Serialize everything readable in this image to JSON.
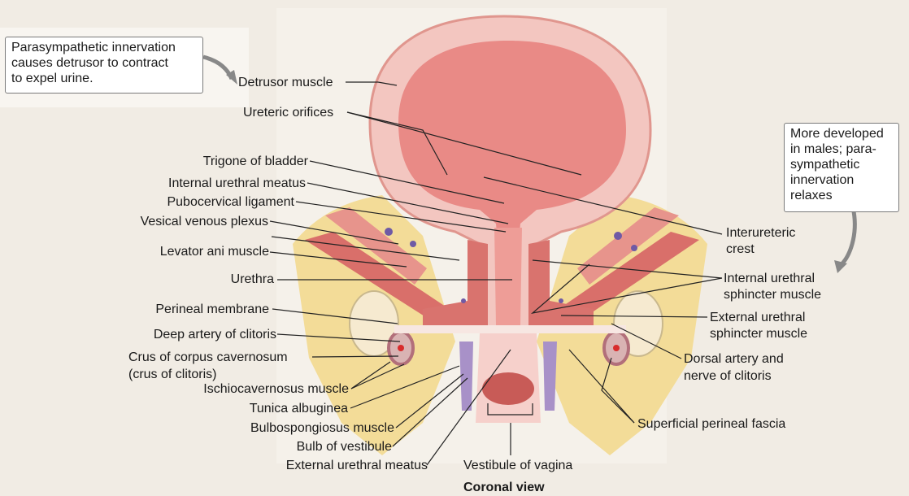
{
  "callouts": {
    "parasympathetic": [
      "Parasympathetic innervation",
      "causes detrusor to contract",
      "to expel urine."
    ],
    "males": [
      "More developed",
      "in males; para-",
      "sympathetic",
      "innervation",
      "relaxes"
    ]
  },
  "labels_left": {
    "detrusor": "Detrusor muscle",
    "ureteric_orifices": "Ureteric orifices",
    "trigone": "Trigone of bladder",
    "internal_meatus": "Internal urethral meatus",
    "pubocervical": "Pubocervical ligament",
    "vesical_plexus": "Vesical venous plexus",
    "levator_ani": "Levator ani muscle",
    "urethra": "Urethra",
    "perineal_membrane": "Perineal membrane",
    "deep_artery": "Deep artery of clitoris",
    "crus_1": "Crus of corpus cavernosum",
    "crus_2": "(crus of clitoris)",
    "ischiocavernosus": "Ischiocavernosus muscle",
    "tunica": "Tunica albuginea",
    "bulbospongiosus": "Bulbospongiosus muscle",
    "bulb_vestibule": "Bulb of vestibule",
    "external_meatus": "External urethral meatus",
    "vestibule": "Vestibule of vagina"
  },
  "labels_right": {
    "interureteric_1": "Interureteric",
    "interureteric_2": "crest",
    "internal_sphincter_1": "Internal urethral",
    "internal_sphincter_2": "sphincter muscle",
    "external_sphincter_1": "External urethral",
    "external_sphincter_2": "sphincter muscle",
    "dorsal_artery_1": "Dorsal artery and",
    "dorsal_artery_2": "nerve of clitoris",
    "superficial_fascia": "Superficial perineal fascia"
  },
  "caption": "Coronal view",
  "colors": {
    "background": "#f1ece4",
    "bladder_lumen": "#e98a86",
    "bladder_wall": "#f3c6c0",
    "muscle": "#d96f6a",
    "fat": "#f3dc98",
    "leader": "#222222"
  }
}
